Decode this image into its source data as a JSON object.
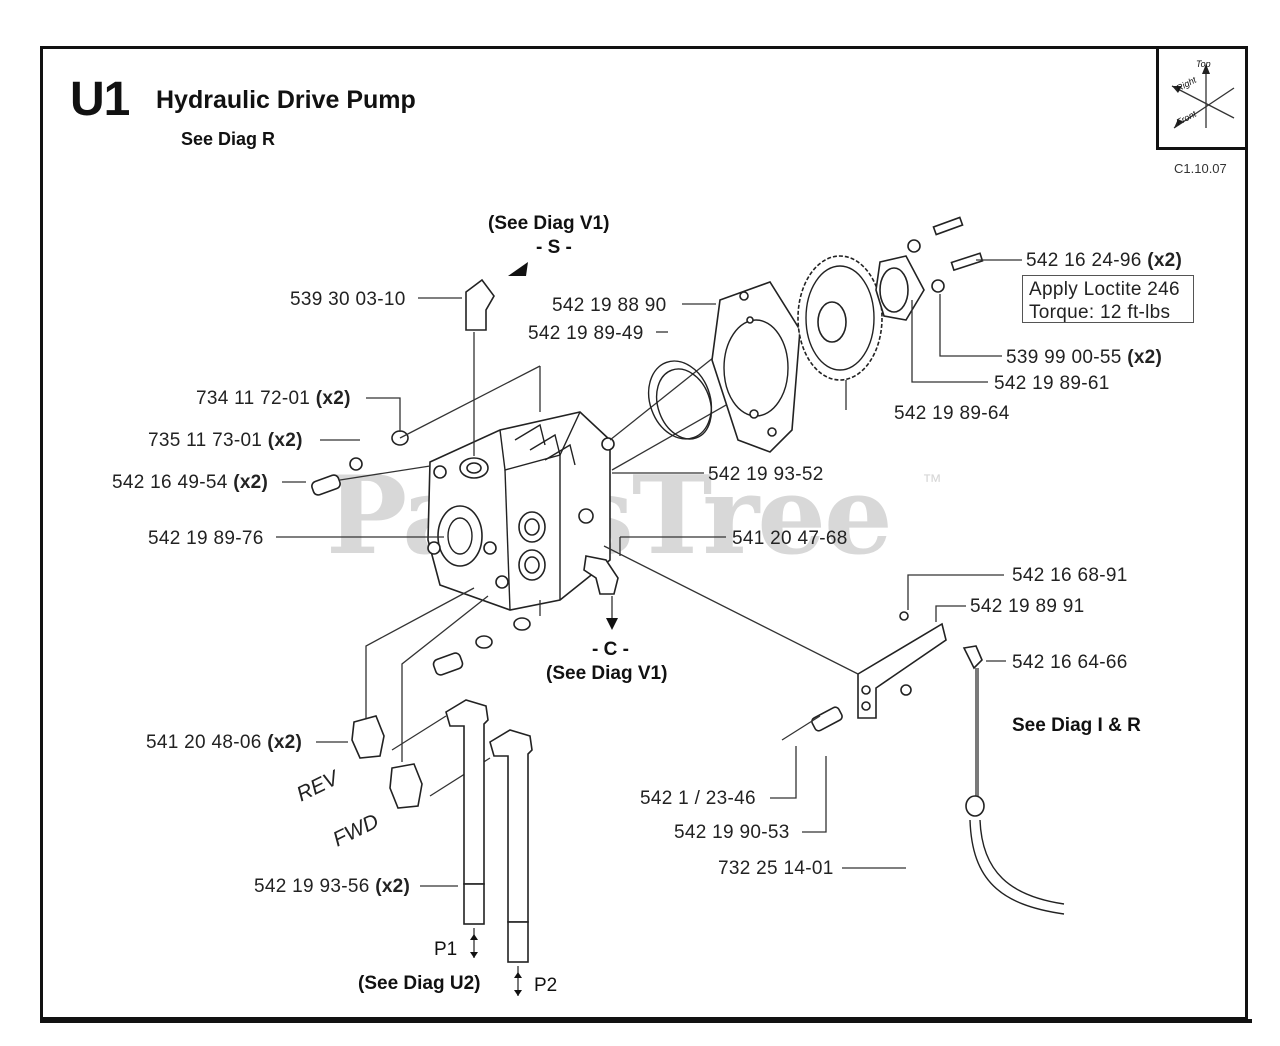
{
  "header": {
    "section_code": "U1",
    "title": "Hydraulic Drive Pump",
    "see_ref": "See Diag R",
    "date_code": "C1.10.07",
    "orientation_labels": {
      "top": "Top",
      "right": "Right",
      "front": "Front"
    }
  },
  "watermark": {
    "text": "PartsTree",
    "tm": "™"
  },
  "references": {
    "suction": "(See Diag V1)",
    "suction_letter": "- S -",
    "case": "- C -",
    "case_ref": "(See Diag V1)",
    "cable_ref": "See Diag I & R",
    "lines_ref": "(See Diag U2)",
    "p1": "P1",
    "p2": "P2",
    "rev": "REV",
    "fwd": "FWD"
  },
  "note": {
    "line1": "Apply Loctite 246",
    "line2": "Torque: 12 ft-lbs"
  },
  "parts": [
    {
      "code": "542 16 24-96",
      "qty": "(x2)"
    },
    {
      "code": "539 30 03-10",
      "qty": ""
    },
    {
      "code": "542 19 88 90",
      "qty": ""
    },
    {
      "code": "542 19 89-49",
      "qty": ""
    },
    {
      "code": "539 99 00-55",
      "qty": "(x2)"
    },
    {
      "code": "542 19 89-61",
      "qty": ""
    },
    {
      "code": "542 19 89-64",
      "qty": ""
    },
    {
      "code": "734 11 72-01",
      "qty": "(x2)"
    },
    {
      "code": "735 11 73-01",
      "qty": "(x2)"
    },
    {
      "code": "542 16 49-54",
      "qty": "(x2)"
    },
    {
      "code": "542 19 93-52",
      "qty": ""
    },
    {
      "code": "542 19 89-76",
      "qty": ""
    },
    {
      "code": "541 20 47-68",
      "qty": ""
    },
    {
      "code": "542 16 68-91",
      "qty": ""
    },
    {
      "code": "542 19 89 91",
      "qty": ""
    },
    {
      "code": "542 16 64-66",
      "qty": ""
    },
    {
      "code": "541 20 48-06",
      "qty": "(x2)"
    },
    {
      "code": "542 1 / 23-46",
      "qty": ""
    },
    {
      "code": "542 19 90-53",
      "qty": ""
    },
    {
      "code": "732 25 14-01",
      "qty": ""
    },
    {
      "code": "542 19 93-56",
      "qty": "(x2)"
    }
  ]
}
